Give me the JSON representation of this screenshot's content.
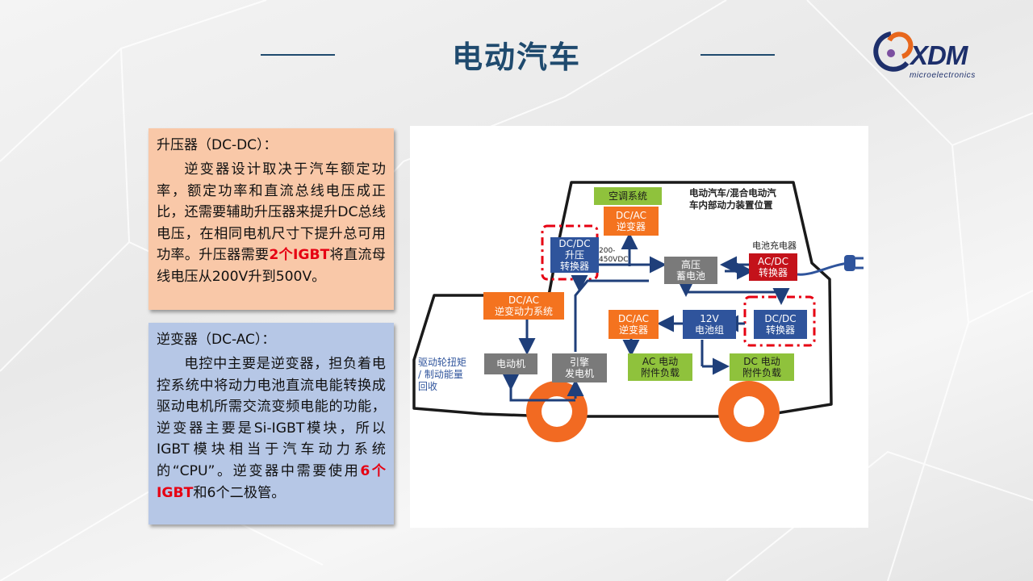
{
  "title": "电动汽车",
  "logo": {
    "name": "XDM",
    "tagline": "microelectronics"
  },
  "panels": {
    "dcdc": {
      "heading": "升压器（DC-DC）：",
      "body_1": "逆变器设计取决于汽车额定功率，额定功率和直流总线电压成正比，还需要辅助升压器来提升DC总线电压，在相同电机尺寸下提升总可用功率。升压器需要",
      "highlight": "2个IGBT",
      "body_2": "将直流母线电压从200V升到500V。"
    },
    "dcac": {
      "heading": "逆变器（DC-AC）：",
      "body_1": "电控中主要是逆变器，担负着电控系统中将动力电池直流电能转换成驱动电机所需交流变频电能的功能，逆变器主要是Si-IGBT模块，所以IGBT模块相当于汽车动力系统的“CPU”。逆变器中需要使用",
      "highlight": "6个IGBT",
      "body_2": "和6个二极管。"
    }
  },
  "diagram": {
    "caption_1": "电动汽车/混合电动汽",
    "caption_2": "车内部动力装置位置",
    "charger_label": "电池充电器",
    "voltage_1": "200-",
    "voltage_2": "450VDC",
    "regen_1": "驱动轮扭矩",
    "regen_2": "/ 制动能量",
    "regen_3": "回收",
    "boxes": {
      "aircon": "空调系统",
      "dcac_top_1": "DC/AC",
      "dcac_top_2": "逆变器",
      "dcdc_boost_1": "DC/DC",
      "dcdc_boost_2": "升压",
      "dcdc_boost_3": "转换器",
      "hv_battery_1": "高压",
      "hv_battery_2": "蓄电池",
      "acdc_1": "AC/DC",
      "acdc_2": "转换器",
      "dcac_power_1": "DC/AC",
      "dcac_power_2": "逆变动力系统",
      "dcac_mid_1": "DC/AC",
      "dcac_mid_2": "逆变器",
      "battery12_1": "12V",
      "battery12_2": "电池组",
      "dcdc_conv_1": "DC/DC",
      "dcdc_conv_2": "转换器",
      "motor": "电动机",
      "engine_1": "引擎",
      "engine_2": "发电机",
      "ac_load_1": "AC 电动",
      "ac_load_2": "附件负载",
      "dc_load_1": "DC 电动",
      "dc_load_2": "附件负载"
    }
  },
  "colors": {
    "title": "#1f4a6e",
    "dcdc_panel": "#f9c8a8",
    "dcac_panel": "#b6c7e6",
    "highlight": "#e60012",
    "arrow": "#1f3f7a",
    "wheel": "#f26a22"
  }
}
